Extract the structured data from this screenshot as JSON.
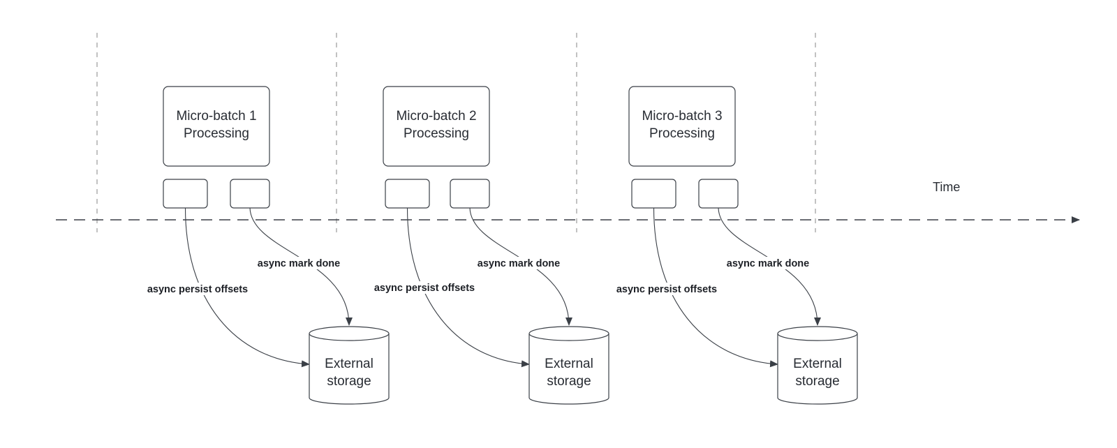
{
  "axis": {
    "label": "Time"
  },
  "batches": [
    {
      "title": "Micro-batch 1",
      "subtitle": "Processing",
      "persist_label": "async persist offsets",
      "mark_label": "async mark done",
      "storage_line1": "External",
      "storage_line2": "storage"
    },
    {
      "title": "Micro-batch 2",
      "subtitle": "Processing",
      "persist_label": "async persist offsets",
      "mark_label": "async mark done",
      "storage_line1": "External",
      "storage_line2": "storage"
    },
    {
      "title": "Micro-batch 3",
      "subtitle": "Processing",
      "persist_label": "async persist offsets",
      "mark_label": "async mark done",
      "storage_line1": "External",
      "storage_line2": "storage"
    }
  ],
  "colors": {
    "stroke": "#3a3f46",
    "divider": "#9a9a9a",
    "text": "#282c33"
  }
}
